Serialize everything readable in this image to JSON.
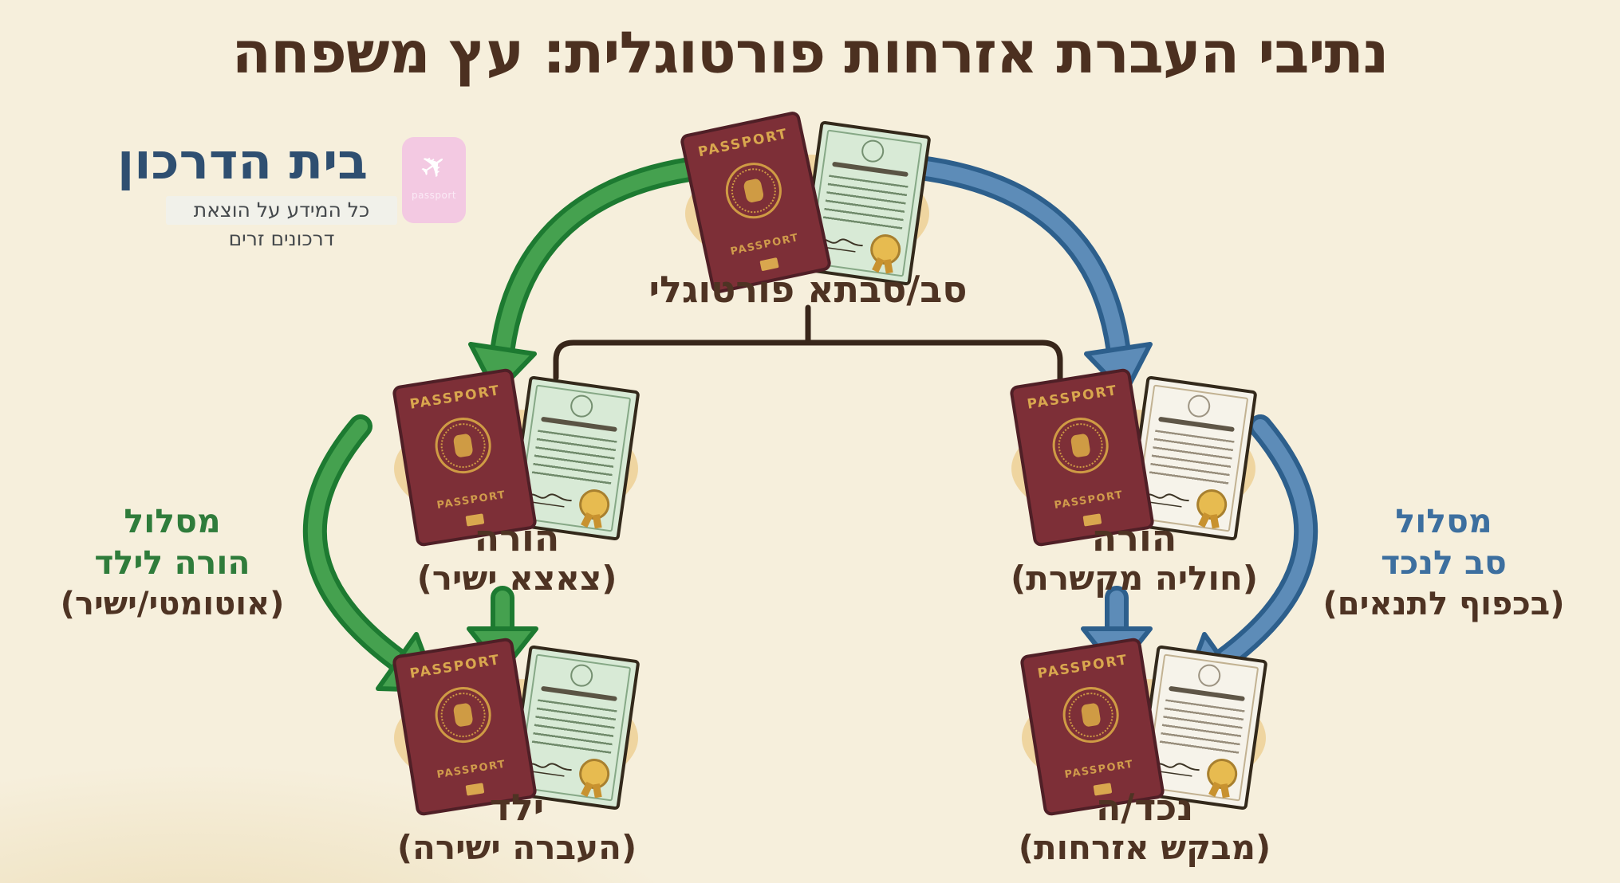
{
  "title": "נתיבי העברת אזרחות פורטוגלית: עץ משפחה",
  "logo": {
    "name": "בית הדרכון",
    "tagline": "כל המידע על הוצאת דרכונים זרים",
    "icon_caption": "passport"
  },
  "assets": {
    "passport_label": "PASSPORT"
  },
  "nodes": [
    {
      "id": "grandparent",
      "title": "סב/סבתא פורטוגלי",
      "subtitle": ""
    },
    {
      "id": "parent-left",
      "title": "הורה",
      "subtitle": "(צאצא ישיר)"
    },
    {
      "id": "parent-right",
      "title": "הורה",
      "subtitle": "(חוליה מקשרת)"
    },
    {
      "id": "child",
      "title": "ילד",
      "subtitle": "(העברה ישירה)"
    },
    {
      "id": "grandchild",
      "title": "נכד/ה",
      "subtitle": "(מבקש אזרחות)"
    }
  ],
  "paths": {
    "left": {
      "line1": "מסלול",
      "line2": "הורה לילד",
      "line3": "(אוטומטי/ישיר)",
      "color": "#2f7c3b"
    },
    "right": {
      "line1": "מסלול",
      "line2": "סב לנכד",
      "line3": "(בכפוף לתנאים)",
      "color": "#3d6f9f"
    }
  },
  "colors": {
    "background": "#f6efdc",
    "title_brown": "#4c3020",
    "label_brown": "#4e3323",
    "green_arrow": "#45a14f",
    "green_arrow_outline": "#1d7a31",
    "blue_arrow": "#5d8cb8",
    "blue_arrow_outline": "#2d5f8c",
    "passport_maroon": "#7d2f37",
    "connector_brown": "#38261a",
    "logo_navy": "#2f4f71",
    "logo_pink": "#f3c9e2"
  }
}
